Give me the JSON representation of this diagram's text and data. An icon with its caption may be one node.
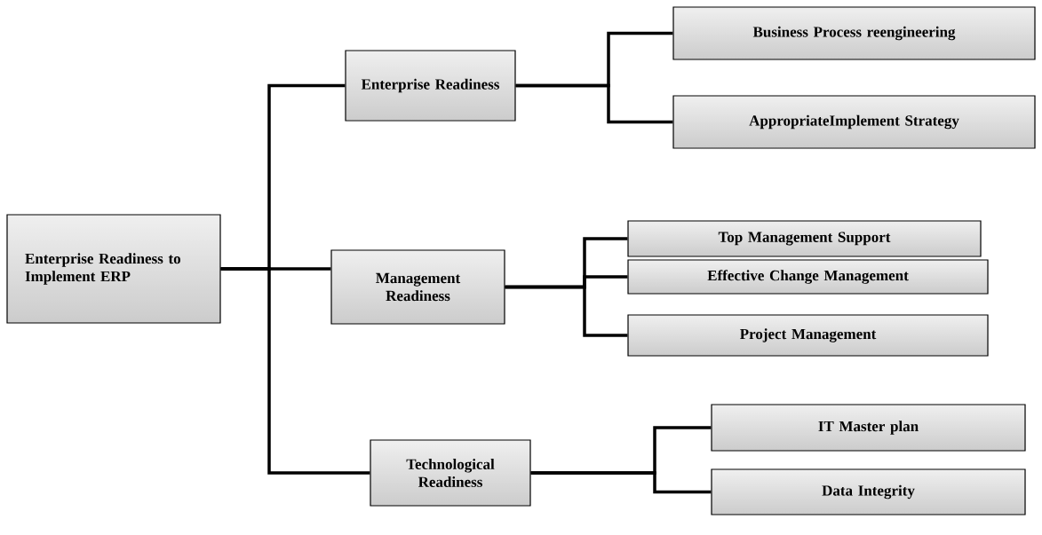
{
  "diagram": {
    "nodes": [
      {
        "text": [
          "Enterprise Readiness to Implement ERP"
        ]
      },
      {
        "text": [
          "Enterprise Readiness"
        ]
      },
      {
        "text": [
          "Management Readiness"
        ]
      },
      {
        "text": [
          "Technological Readiness"
        ]
      },
      {
        "text": [
          "Business Process reengineering"
        ]
      },
      {
        "text": [
          "AppropriateImplement Strategy"
        ]
      },
      {
        "text": [
          "Top Management Support"
        ]
      },
      {
        "text": [
          "Effective Change Management"
        ]
      },
      {
        "text": [
          "Project Management"
        ]
      },
      {
        "text": [
          "IT Master plan"
        ]
      },
      {
        "text": [
          "Data Integrity"
        ]
      }
    ],
    "edges": [
      {
        "from": 0,
        "to": 1,
        "arrow": "none"
      },
      {
        "from": 0,
        "to": 2,
        "arrow": "none"
      },
      {
        "from": 0,
        "to": 3,
        "arrow": "none"
      },
      {
        "from": 1,
        "to": 4,
        "arrow": "none"
      },
      {
        "from": 1,
        "to": 5,
        "arrow": "none"
      },
      {
        "from": 2,
        "to": 6,
        "arrow": "none"
      },
      {
        "from": 2,
        "to": 7,
        "arrow": "none"
      },
      {
        "from": 2,
        "to": 8,
        "arrow": "none"
      },
      {
        "from": 3,
        "to": 9,
        "arrow": "none"
      },
      {
        "from": 3,
        "to": 10,
        "arrow": "none"
      }
    ]
  }
}
